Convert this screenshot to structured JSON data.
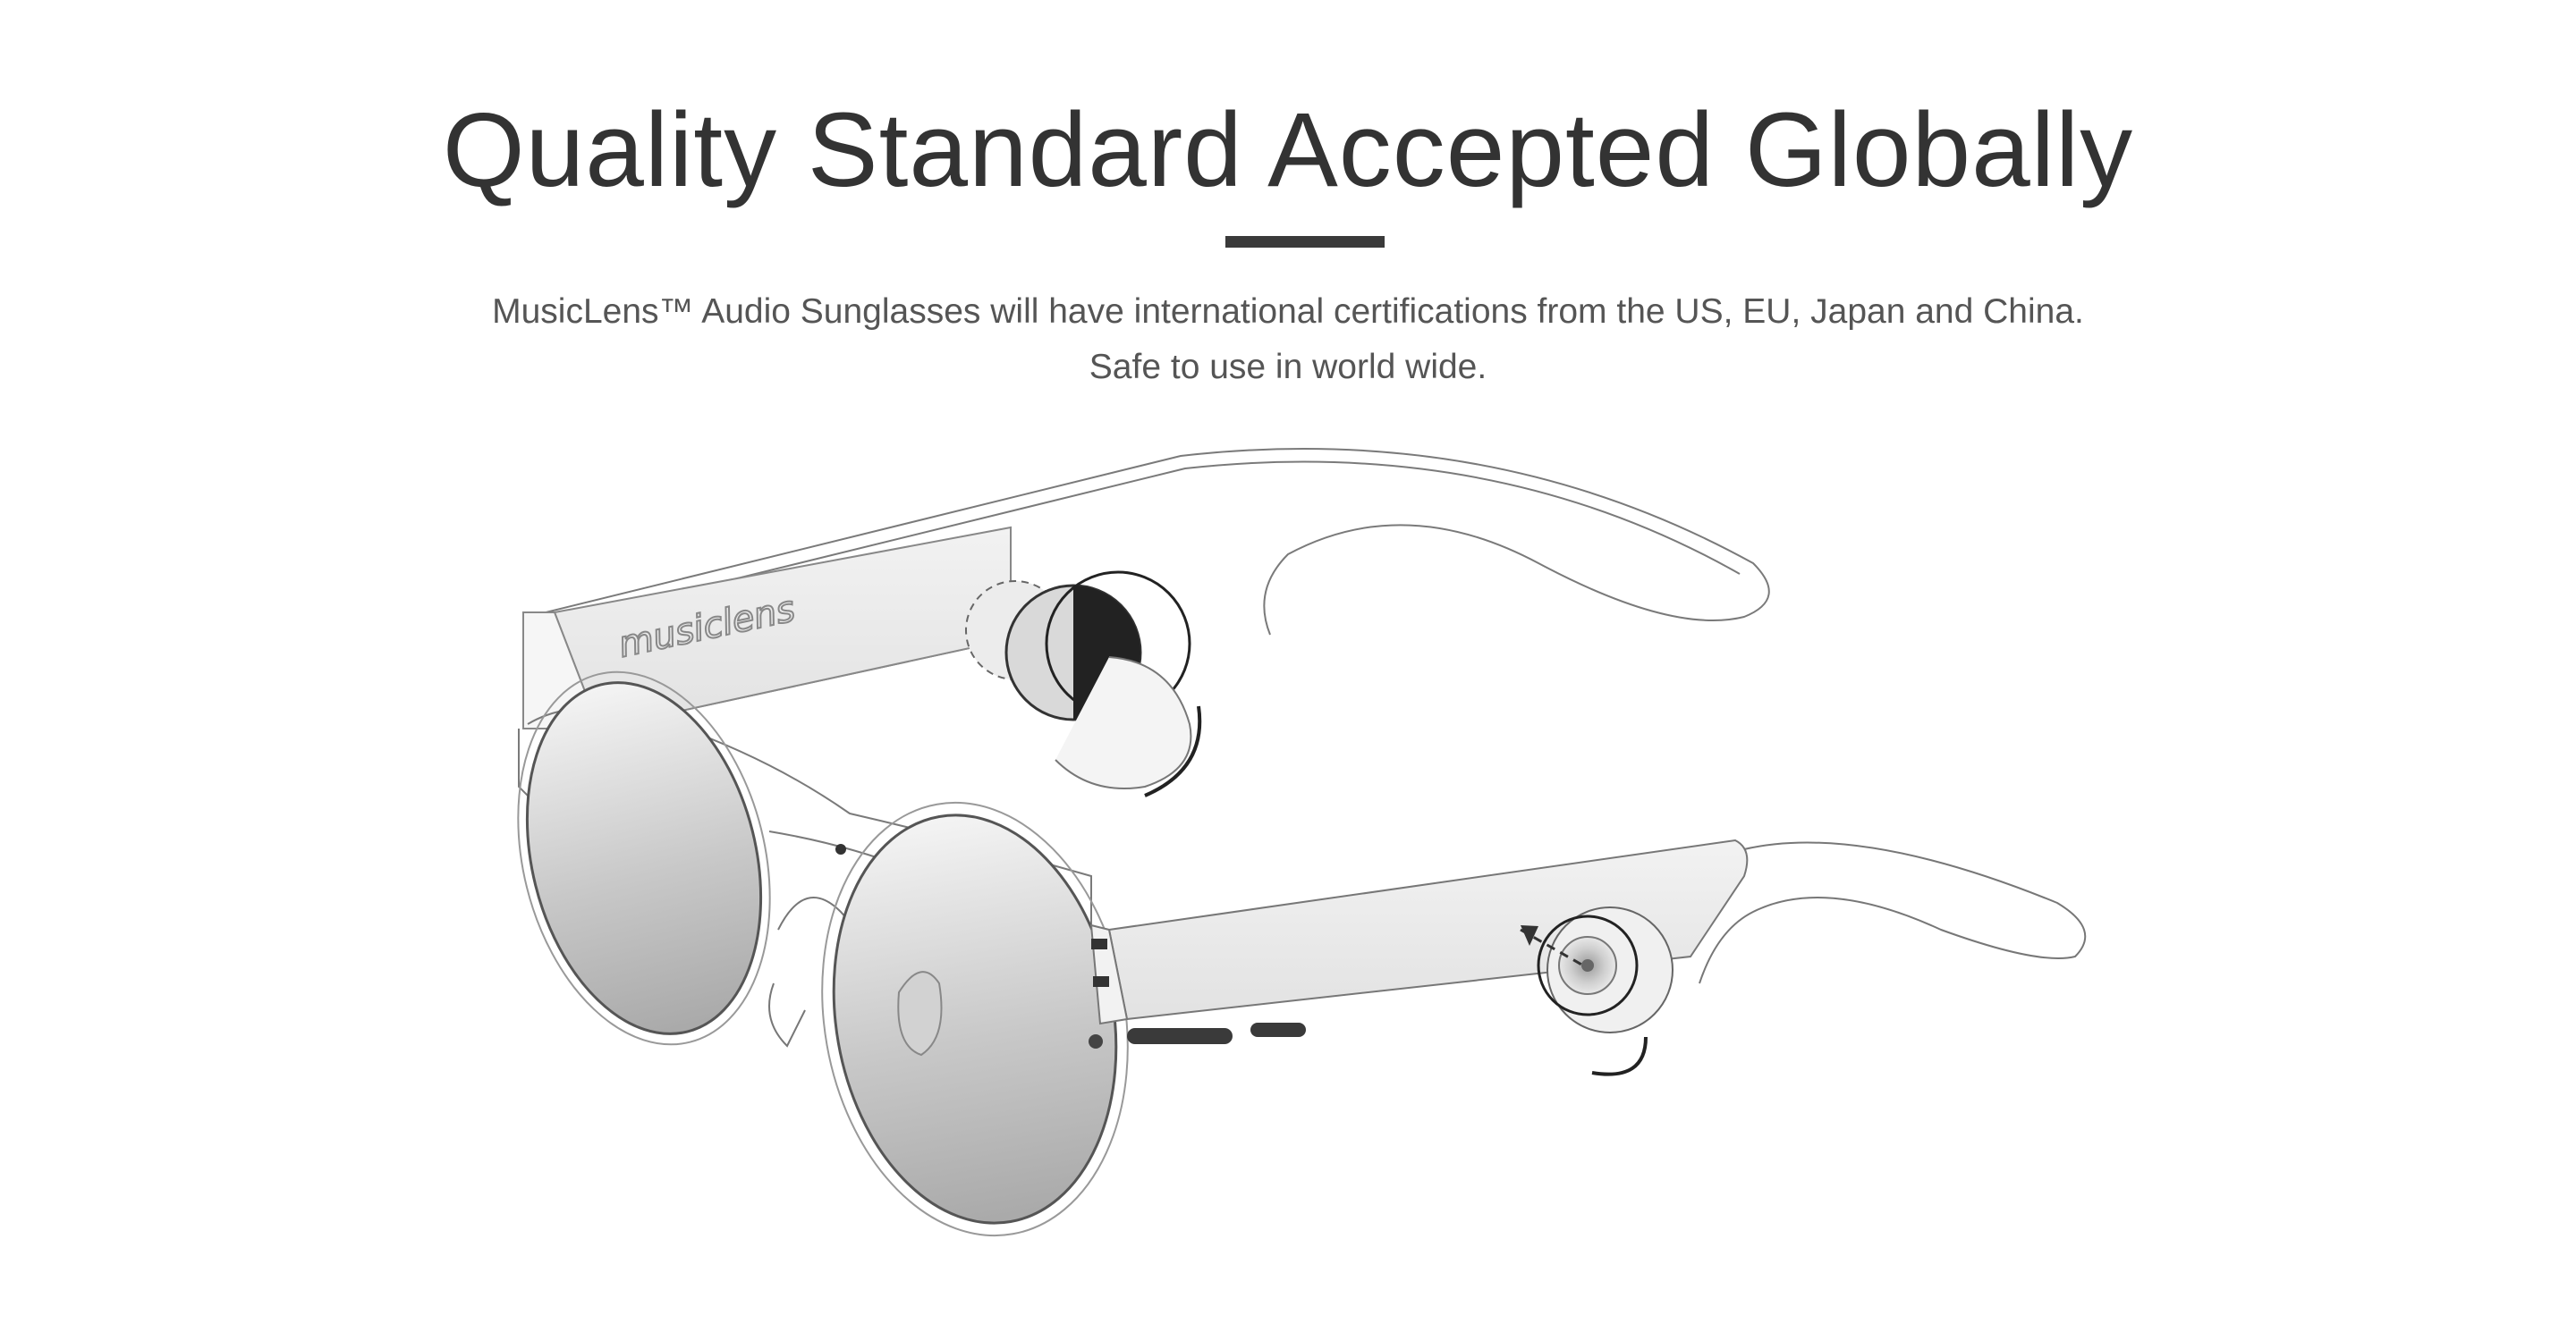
{
  "heading": {
    "title": "Quality Standard Accepted Globally"
  },
  "description": {
    "line1": "MusicLens™ Audio Sunglasses will have international certifications from the US, EU, Japan and China.",
    "line2": "Safe to use in world wide."
  },
  "illustration": {
    "logo_text": "musiclens"
  },
  "colors": {
    "text": "#333333",
    "subtext": "#555555",
    "rule": "#3a3a3a",
    "background": "#ffffff"
  }
}
